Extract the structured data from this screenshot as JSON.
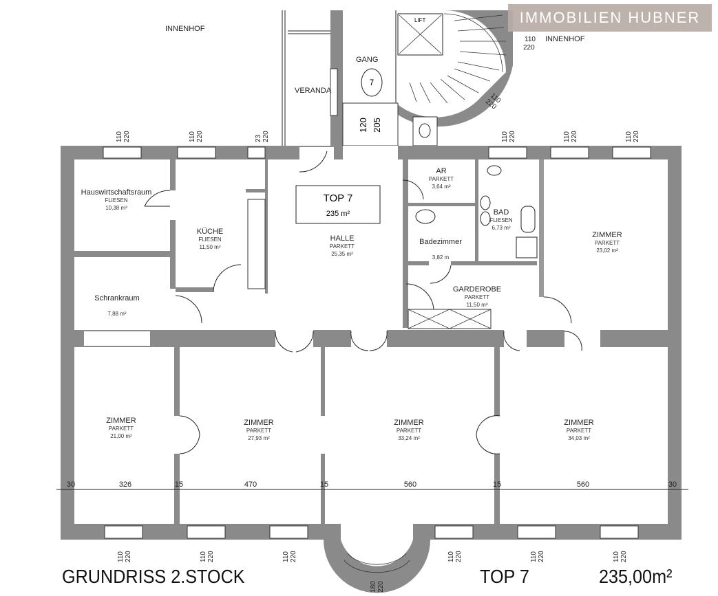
{
  "brand": "IMMOBILIEN HUBNER",
  "outside": {
    "innenhof_left": "INNENHOF",
    "innenhof_right": "INNENHOF",
    "veranda": "VERANDA",
    "gang": "GANG",
    "lift": "LIFT",
    "stair_mark": "7"
  },
  "top_box": {
    "title": "TOP 7",
    "area": "235  m²"
  },
  "rooms": [
    {
      "name": "Hauswirtschaftsraum",
      "floor": "FLIESEN",
      "area": "10,38 m²"
    },
    {
      "name": "KÜCHE",
      "floor": "FLIESEN",
      "area": "11,50 m²"
    },
    {
      "name": "Schrankraum",
      "floor": "",
      "area": "7,88 m²"
    },
    {
      "name": "HALLE",
      "floor": "PARKETT",
      "area": "25,35 m²"
    },
    {
      "name": "AR",
      "floor": "PARKETT",
      "area": "3,64 m²"
    },
    {
      "name": "Badezimmer",
      "floor": "",
      "area": "3,82 m"
    },
    {
      "name": "BAD",
      "floor": "FLIESEN",
      "area": "6,73 m²"
    },
    {
      "name": "GARDEROBE",
      "floor": "PARKETT",
      "area": "11,50 m²"
    },
    {
      "name": "ZIMMER",
      "floor": "PARKETT",
      "area": "23,02 m²"
    },
    {
      "name": "ZIMMER",
      "floor": "PARKETT",
      "area": "21,00 m²"
    },
    {
      "name": "ZIMMER",
      "floor": "PARKETT",
      "area": "27,93 m²"
    },
    {
      "name": "ZIMMER",
      "floor": "PARKETT",
      "area": "33,24 m²"
    },
    {
      "name": "ZIMMER",
      "floor": "PARKETT",
      "area": "34,03 m²"
    }
  ],
  "dimensions": [
    "30",
    "326",
    "15",
    "470",
    "15",
    "560",
    "15",
    "560",
    "30"
  ],
  "door_dims": {
    "w": "120",
    "h": "205"
  },
  "window_labels": {
    "w110": "110",
    "w180": "180",
    "h220": "220",
    "w23": "23"
  },
  "footer": {
    "title": "GRUNDRISS 2.STOCK",
    "unit": "TOP 7",
    "area": "235,00m²"
  }
}
